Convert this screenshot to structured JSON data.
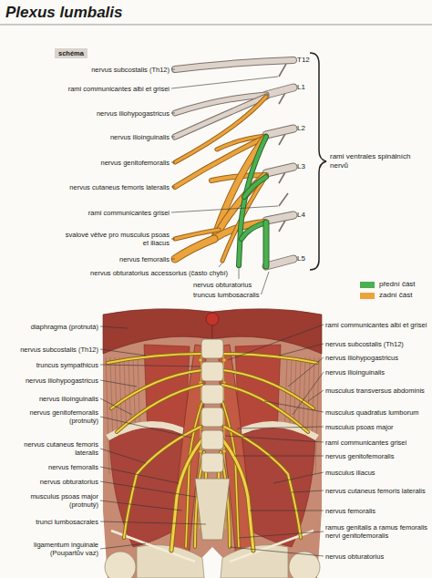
{
  "diagram": {
    "title": "Plexus lumbalis",
    "labels": [
      "schéma",
      "nervus subcostalis (Th12)",
      "rami communicantes albi et grisei",
      "nervus iliohypogastricus",
      "nervus ilioinguinalis",
      "nervus genitofemoralis",
      "nervus cutaneus femoris lateralis",
      "rami communicantes grisei",
      "svalové větve pro musculus psoas et iliacus",
      "nervus femoralis",
      "nervus obturatorius accessorius (často chybí)",
      "nervus obturatorius",
      "truncus lumbosacralis",
      "T12",
      "L1",
      "L2",
      "L3",
      "L4",
      "L5",
      "rami ventrales spinálních nervů",
      "diaphragma (protnutá)",
      "nervus subcostalis (Th12)",
      "truncus sympathicus",
      "nervus iliohypogastricus",
      "nervus ilioinguinalis",
      "nervus genitofemoralis (protnutý)",
      "nervus cutaneus femoris lateralis",
      "nervus femoralis",
      "nervus obturatorius",
      "musculus psoas major (protnutý)",
      "trunci lumbosacrales",
      "ligamentum inguinale (Poupartův vaz)",
      "rami communicantes albi et grisei",
      "nervus subcostalis (Th12)",
      "nervus iliohypogastricus",
      "nervus ilioinguinalis",
      "musculus transversus abdominis",
      "musculus quadratus lumborum",
      "musculus psoas major",
      "rami communicantes grisei",
      "nervus genitofemoralis",
      "musculus iliacus",
      "nervus cutaneus femoris lateralis",
      "nervus femoralis",
      "ramus genitalis a ramus femoralis nervi genitofemoralis",
      "nervus obturatorius"
    ],
    "legend": [
      {
        "text": "přední část",
        "color": "#4caf50"
      },
      {
        "text": "zadní část",
        "color": "#eba43c"
      }
    ]
  }
}
